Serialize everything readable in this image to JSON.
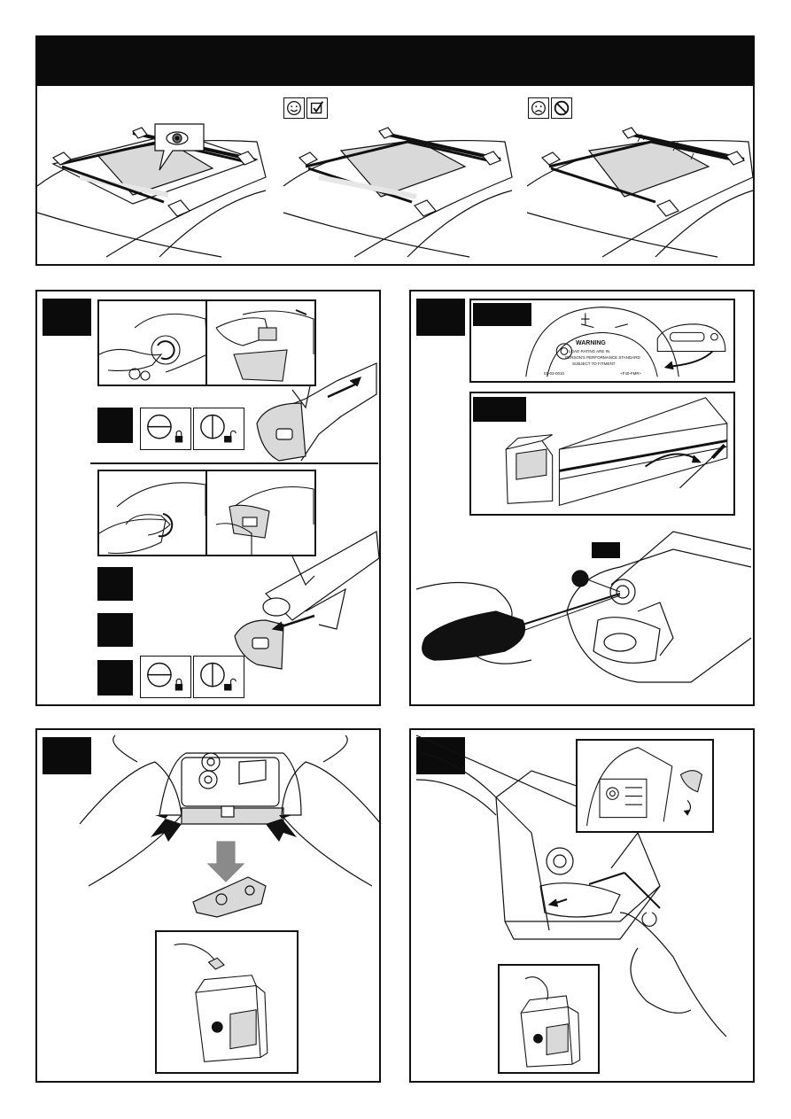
{
  "icons": {
    "good": [
      "smiley-happy-icon",
      "checkmark-icon"
    ],
    "bad": [
      "smiley-sad-icon",
      "prohibited-icon"
    ],
    "lock": [
      "padlock-locked-icon",
      "padlock-unlocked-icon"
    ]
  },
  "labels": {
    "foot_cap_warning": "WARNING",
    "foot_cap_line1": "LOAD RATING ARE IN",
    "foot_cap_line2": "PERSON'S PERFORMANCE STANDARD",
    "foot_cap_line3": "SUBJECT TO FITMENT",
    "foot_cap_code_left": "01-03-0010",
    "foot_cap_code_right": "+F40-FMR+"
  },
  "colors": {
    "ink": "#111111",
    "fill_grey": "#d9d9d9",
    "arrow_grey": "#8a8a8a",
    "black": "#0b0b0b"
  }
}
